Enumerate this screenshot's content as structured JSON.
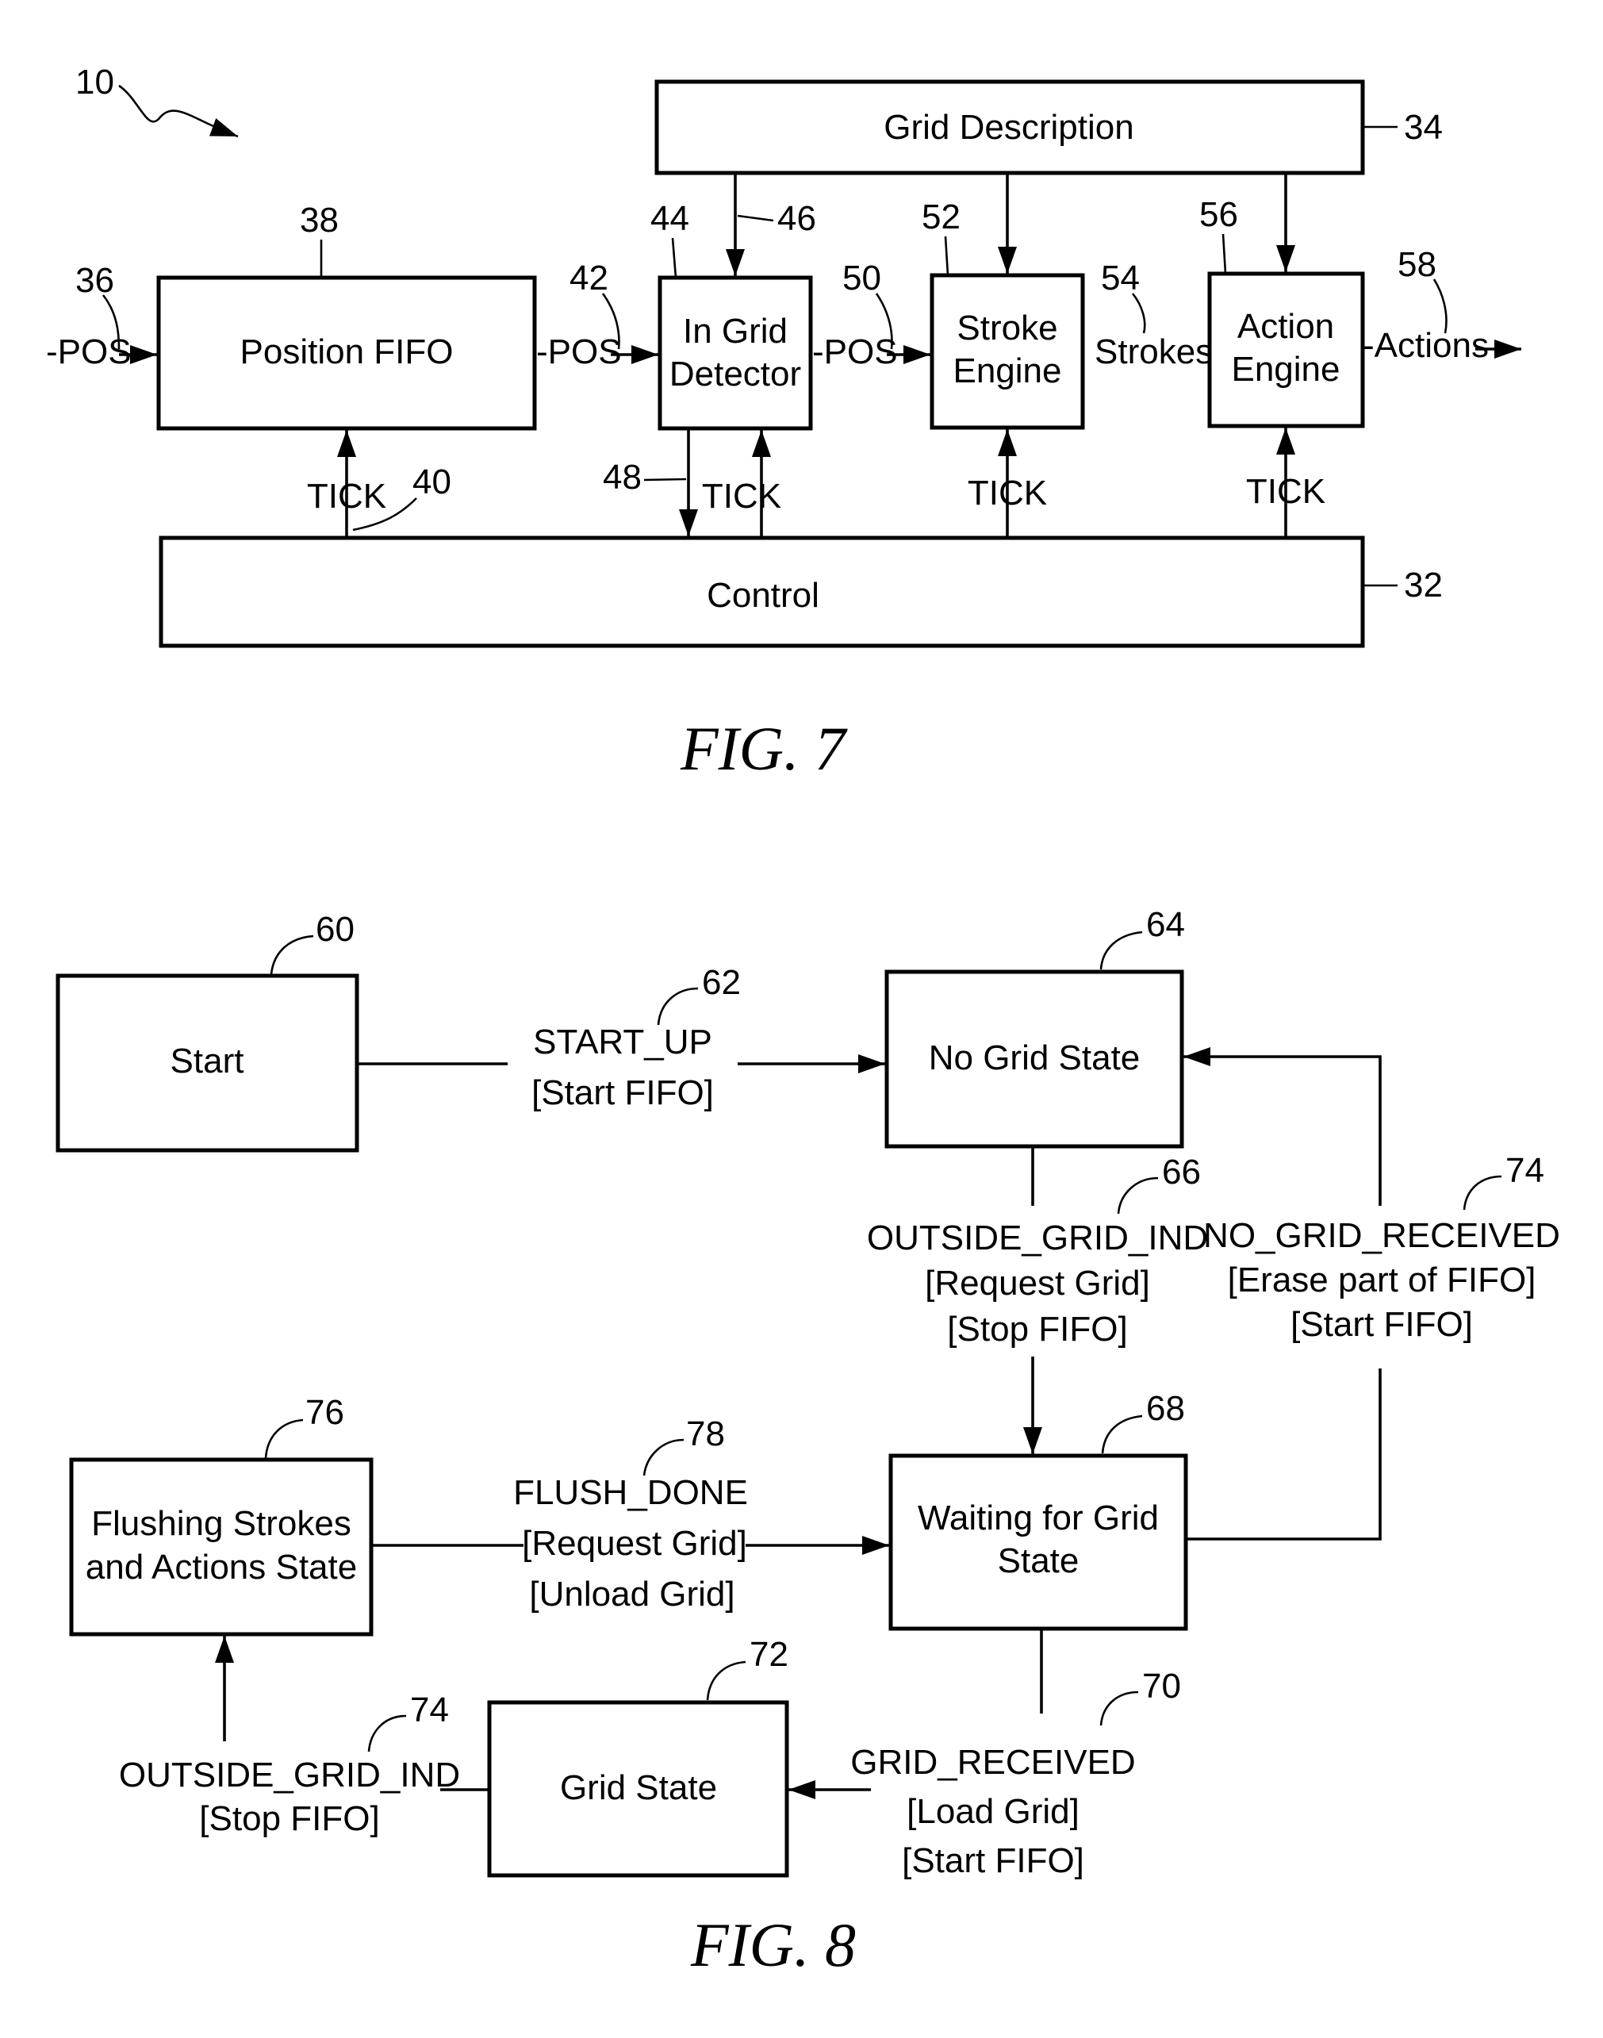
{
  "fig7": {
    "caption": "FIG.  7",
    "blocks": {
      "grid_description": [
        "Grid  Description"
      ],
      "position_fifo": [
        "Position  FIFO"
      ],
      "in_grid_detector": [
        "In  Grid",
        "Detector"
      ],
      "stroke_engine": [
        "Stroke",
        "Engine"
      ],
      "action_engine": [
        "Action",
        "Engine"
      ],
      "control": [
        "Control"
      ]
    },
    "signals": {
      "pos_in": "-POS",
      "pos_a": "-POS",
      "pos_b": "-POS",
      "strokes": "Strokes",
      "actions": "-Actions",
      "tick": "TICK"
    },
    "refs": {
      "system": "10",
      "grid_description": "34",
      "position_fifo": "38",
      "pos_in": "36",
      "pos_a": "42",
      "in_grid_detector": "44",
      "grid_line": "46",
      "detector_out": "48",
      "pos_b": "50",
      "stroke_engine": "52",
      "strokes": "54",
      "action_engine": "56",
      "actions": "58",
      "tick": "40",
      "control": "32"
    }
  },
  "fig8": {
    "caption": "FIG.  8",
    "states": {
      "start": [
        "Start"
      ],
      "no_grid": [
        "No  Grid  State"
      ],
      "waiting": [
        "Waiting  for  Grid",
        "State"
      ],
      "flushing": [
        "Flushing  Strokes",
        "and  Actions  State"
      ],
      "grid": [
        "Grid  State"
      ]
    },
    "transitions": {
      "start_up": [
        "START_UP",
        "[Start  FIFO]"
      ],
      "outside_grid_ind_1": [
        "OUTSIDE_GRID_IND",
        "[Request  Grid]",
        "[Stop  FIFO]"
      ],
      "no_grid_received": [
        "NO_GRID_RECEIVED",
        "[Erase  part  of  FIFO]",
        "[Start  FIFO]"
      ],
      "flush_done": [
        "FLUSH_DONE",
        "[Request  Grid]",
        "[Unload  Grid]"
      ],
      "grid_received": [
        "GRID_RECEIVED",
        "[Load  Grid]",
        "[Start  FIFO]"
      ],
      "outside_grid_ind_2": [
        "OUTSIDE_GRID_IND",
        "[Stop  FIFO]"
      ]
    },
    "refs": {
      "start": "60",
      "start_up": "62",
      "no_grid": "64",
      "outside_grid_ind_1": "66",
      "no_grid_received": "74",
      "waiting": "68",
      "flushing": "76",
      "flush_done": "78",
      "grid": "72",
      "grid_received": "70",
      "outside_grid_ind_2": "74"
    }
  }
}
